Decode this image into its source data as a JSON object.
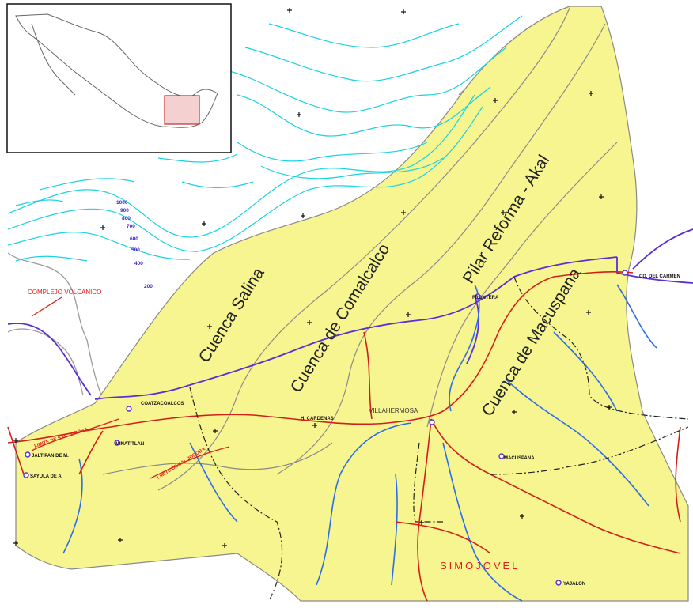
{
  "basins": {
    "salina": "Cuenca Salina",
    "comalcalco": "Cuenca de Comalcalco",
    "reforma_akal": "Pilar Reforma - Akal",
    "macuspana": "Cuenca de Macuspana"
  },
  "towns": {
    "coatzacoalcos": "COATZACOALCOS",
    "minatitlan": "MINATITLAN",
    "jaltipan": "JALTIPAN DE M.",
    "sayula": "SAYULA DE A.",
    "cardenas": "H. CARDENAS",
    "villahermosa": "VILLAHERMOSA",
    "frontera": "FRONTERA",
    "carmen": "CD. DEL CARMEN",
    "macuspana": "MACUSPANA",
    "yajalon": "YAJALON"
  },
  "regions": {
    "simojovel": "SIMOJOVEL",
    "volcanic": "COMPLEJO VOLCANICO"
  },
  "salt_limit": {
    "label_west": "LIMITE DE SAL JOROBA",
    "label_east": "LIMITE DE SAL JOROBA"
  },
  "bathymetry_labels": [
    "1000",
    "900",
    "800",
    "700",
    "600",
    "500",
    "400",
    "200"
  ],
  "colors": {
    "basin_fill": "#f7f58f",
    "bathymetry": "#19d3e0",
    "coastline": "#5a2fd6",
    "roads": "#d31f1a",
    "rivers": "#2a6ee8",
    "boundaries": "#8c8c8c"
  }
}
